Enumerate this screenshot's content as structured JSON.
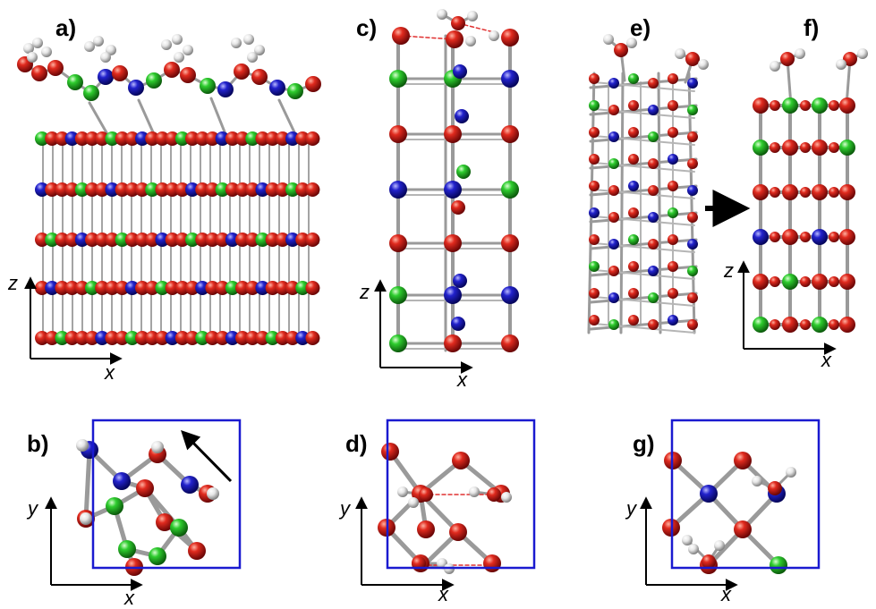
{
  "panels": {
    "a": {
      "label": "a)",
      "x_axis": "x",
      "z_axis": "z"
    },
    "b": {
      "label": "b)",
      "x_axis": "x",
      "y_axis": "y"
    },
    "c": {
      "label": "c)",
      "x_axis": "x",
      "z_axis": "z"
    },
    "d": {
      "label": "d)",
      "x_axis": "x",
      "y_axis": "y"
    },
    "e": {
      "label": "e)"
    },
    "f": {
      "label": "f)",
      "x_axis": "x",
      "z_axis": "z"
    },
    "g": {
      "label": "g)",
      "x_axis": "x",
      "y_axis": "y"
    }
  },
  "colors": {
    "atom_red": "#d81e1e",
    "atom_green": "#26c326",
    "atom_blue": "#1b1bbf",
    "atom_white": "#e8e8e8",
    "bond": "#9a9a9a",
    "cell_box": "#1a1ad0",
    "hbond": "#e03030"
  }
}
